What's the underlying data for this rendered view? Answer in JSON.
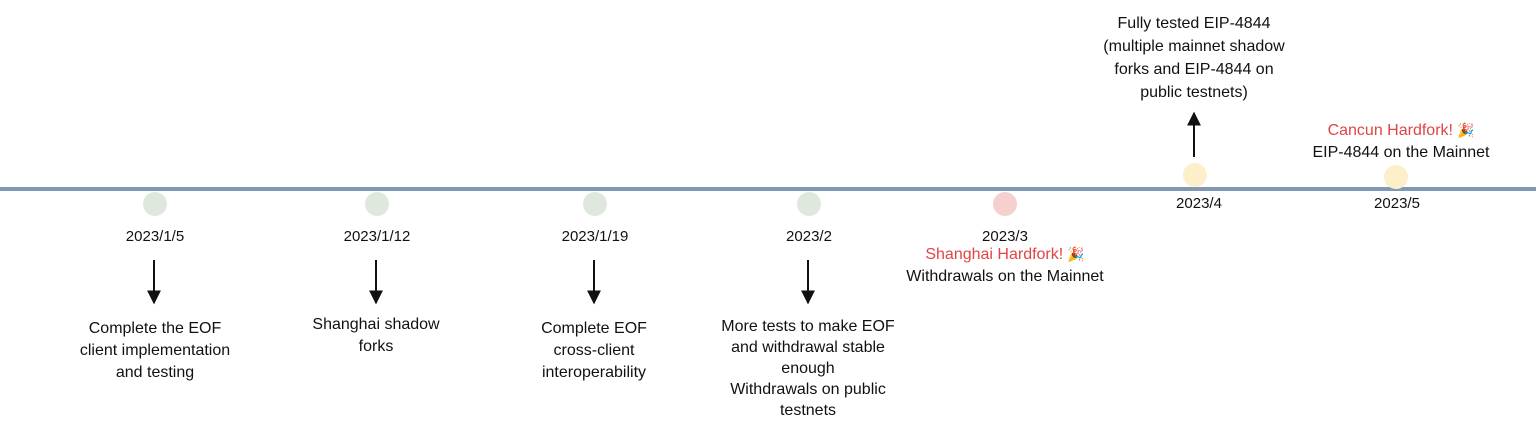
{
  "milestones": [
    {
      "date": "2023/1/5",
      "status": "green",
      "text_lines": [
        "Complete the EOF",
        "client implementation",
        "and testing"
      ]
    },
    {
      "date": "2023/1/12",
      "status": "green",
      "text_lines": [
        "Shanghai shadow",
        "forks"
      ]
    },
    {
      "date": "2023/1/19",
      "status": "green",
      "text_lines": [
        "Complete EOF",
        "cross-client",
        "interoperability"
      ]
    },
    {
      "date": "2023/2",
      "status": "green",
      "text_lines": [
        "More tests to make EOF",
        "and withdrawal stable",
        "enough",
        "Withdrawals on public",
        "testnets"
      ]
    },
    {
      "date": "2023/3",
      "status": "red",
      "highlight": "Shanghai Hardfork!",
      "party_icon": "party-popper-icon",
      "text_lines": [
        "Withdrawals on the Mainnet"
      ]
    },
    {
      "date": "2023/4",
      "status": "yellow",
      "text_lines": [
        "Fully tested EIP-4844",
        "(multiple mainnet shadow",
        "forks and EIP-4844 on",
        "public testnets)"
      ]
    },
    {
      "date": "2023/5",
      "status": "yellow",
      "highlight": "Cancun Hardfork!",
      "party_icon": "party-popper-icon",
      "text_lines": [
        "EIP-4844 on the Mainnet"
      ]
    }
  ],
  "party_glyph": "🎉",
  "colors": {
    "axis": "#7f98b5",
    "highlight": "#e04545",
    "done": "#dfe8dc",
    "hardfork": "#f6cfcf",
    "upcoming": "#fcefc9"
  }
}
